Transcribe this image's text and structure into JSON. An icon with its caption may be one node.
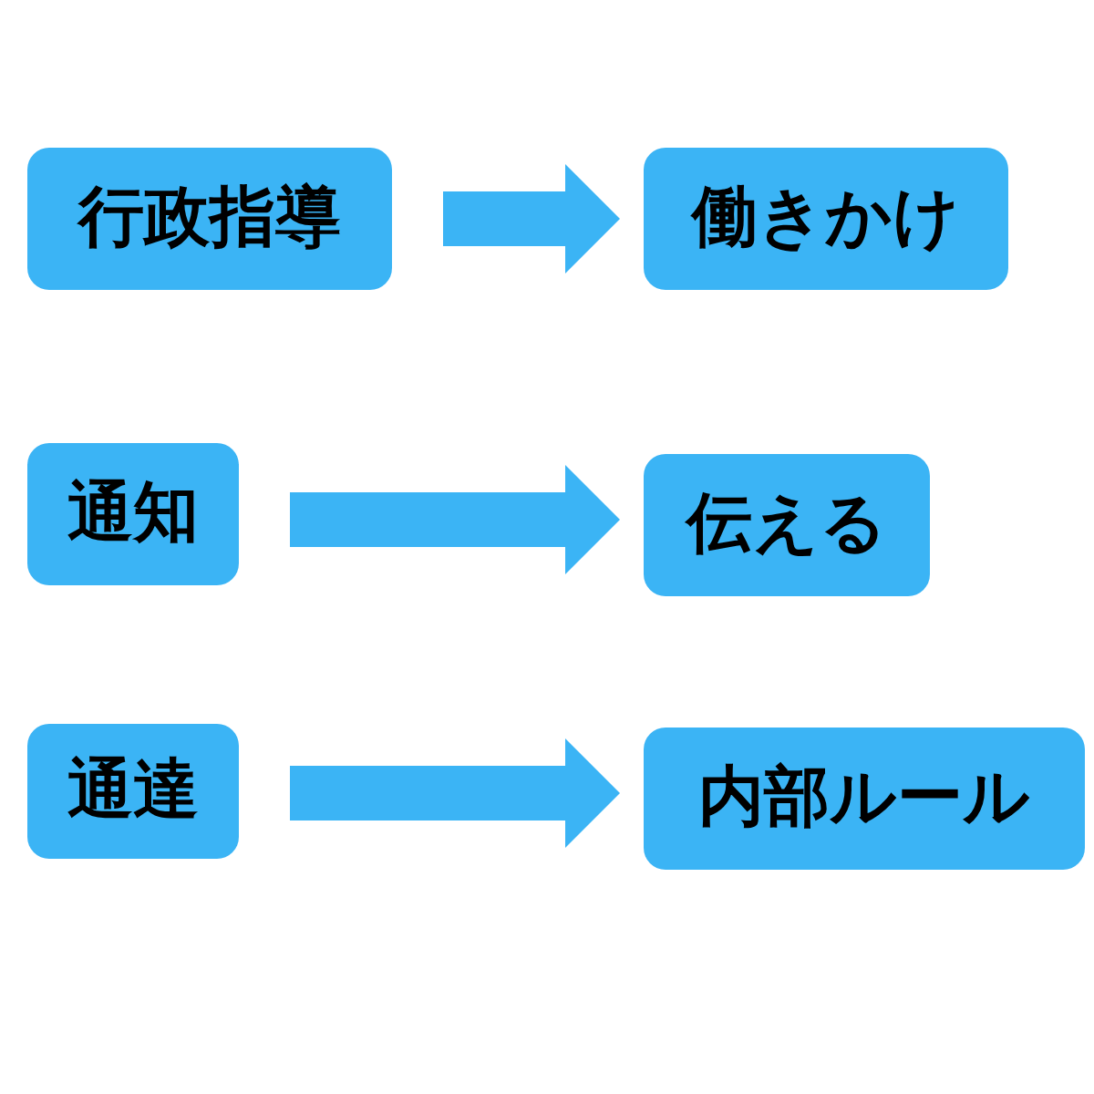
{
  "diagram": {
    "nodes": [
      {
        "text": [
          "行政指導"
        ]
      },
      {
        "text": [
          "働きかけ"
        ]
      },
      {
        "text": [
          "通知"
        ]
      },
      {
        "text": [
          "伝える"
        ]
      },
      {
        "text": [
          "通達"
        ]
      },
      {
        "text": [
          "内部ルール"
        ]
      }
    ],
    "edges": [
      {
        "from": 0,
        "to": 1,
        "arrow": "to",
        "style": "thick"
      },
      {
        "from": 2,
        "to": 3,
        "arrow": "to",
        "style": "thick"
      },
      {
        "from": 4,
        "to": 5,
        "arrow": "to",
        "style": "thick"
      }
    ]
  }
}
